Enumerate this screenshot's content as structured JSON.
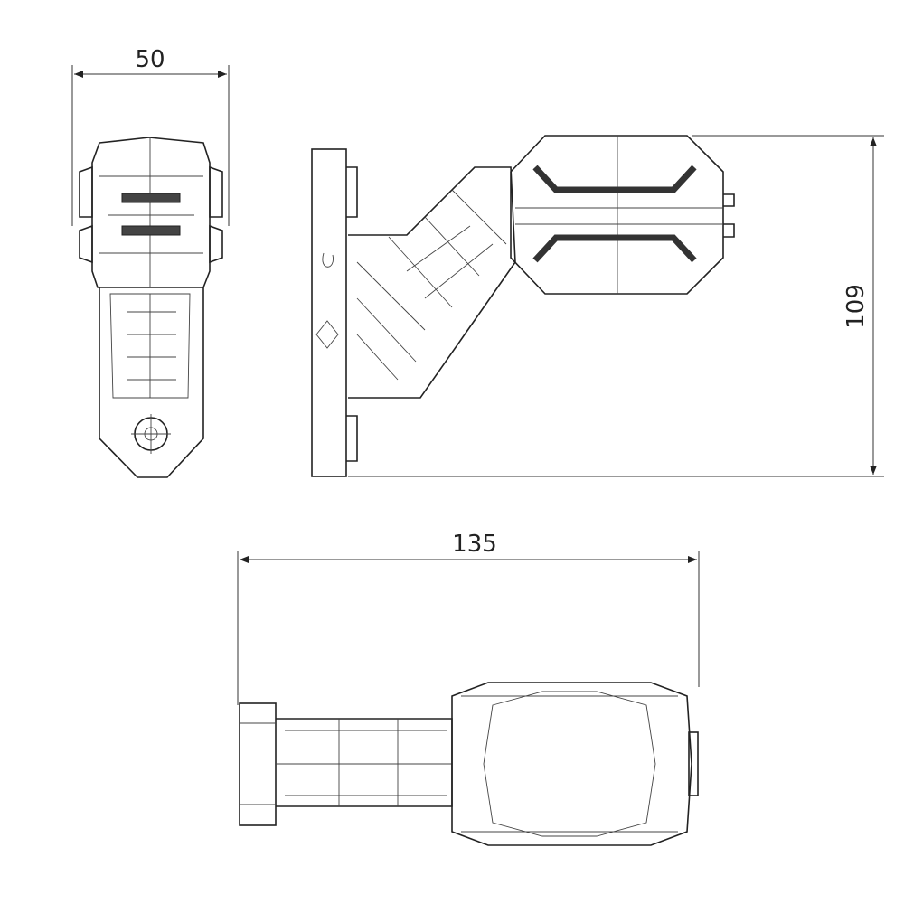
{
  "dimensions": {
    "width_front": "50",
    "height_side": "109",
    "length_top": "135"
  },
  "colors": {
    "line": "#222222",
    "background": "#ffffff"
  }
}
